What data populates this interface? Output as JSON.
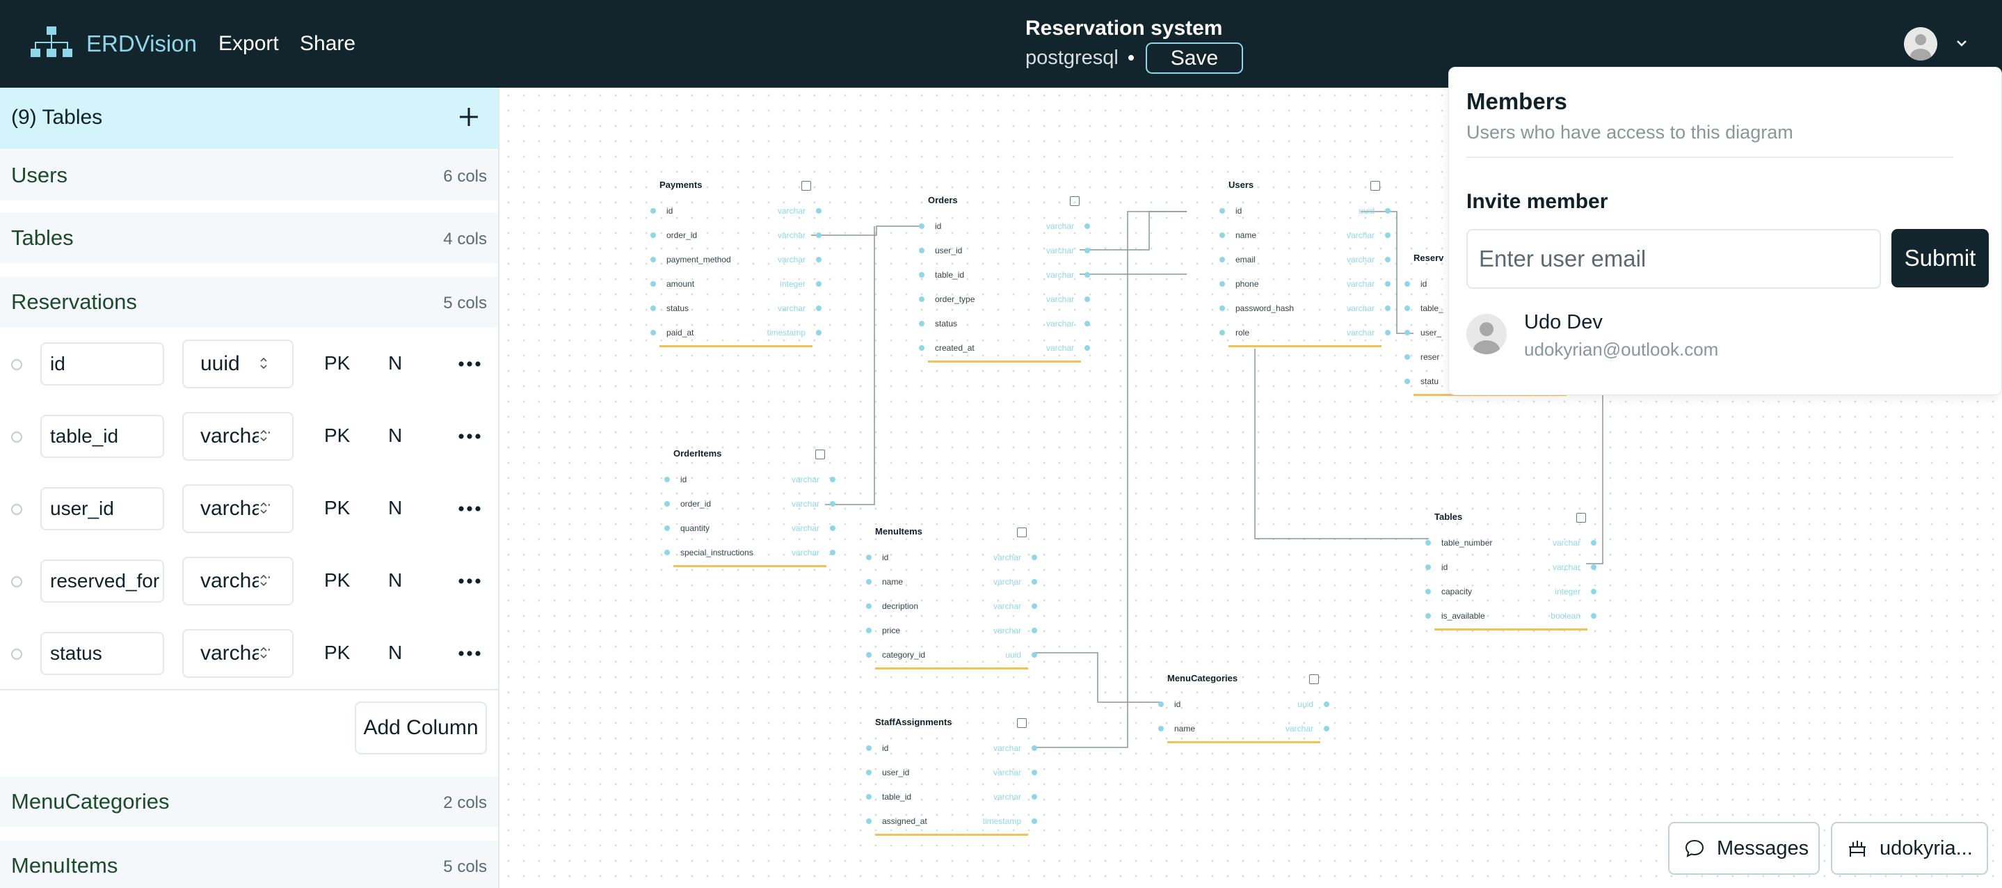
{
  "header": {
    "brand": "ERDVision",
    "nav": [
      "Export",
      "Share"
    ],
    "diagram_title": "Reservation system",
    "dialect": "postgresql",
    "save_label": "Save"
  },
  "sidebar": {
    "title": "(9) Tables",
    "tables": [
      {
        "name": "Users",
        "cols": "6 cols"
      },
      {
        "name": "Tables",
        "cols": "4 cols"
      },
      {
        "name": "Reservations",
        "cols": "5 cols"
      },
      {
        "name": "MenuCategories",
        "cols": "2 cols"
      },
      {
        "name": "MenuItems",
        "cols": "5 cols"
      }
    ],
    "columns": [
      {
        "name": "id",
        "type": "uuid",
        "pk": "PK",
        "nullable": "N"
      },
      {
        "name": "table_id",
        "type": "varchar",
        "pk": "PK",
        "nullable": "N"
      },
      {
        "name": "user_id",
        "type": "varchar",
        "pk": "PK",
        "nullable": "N"
      },
      {
        "name": "reserved_for",
        "type": "varchar",
        "pk": "PK",
        "nullable": "N"
      },
      {
        "name": "status",
        "type": "varchar",
        "pk": "PK",
        "nullable": "N"
      }
    ],
    "add_column_label": "Add Column"
  },
  "diagram": {
    "entities": [
      {
        "name": "Payments",
        "columns": [
          [
            "id",
            "varchar"
          ],
          [
            "order_id",
            "varchar"
          ],
          [
            "payment_method",
            "varchar"
          ],
          [
            "amount",
            "integer"
          ],
          [
            "status",
            "varchar"
          ],
          [
            "paid_at",
            "timestamp"
          ]
        ]
      },
      {
        "name": "Orders",
        "columns": [
          [
            "id",
            "varchar"
          ],
          [
            "user_id",
            "varchar"
          ],
          [
            "table_id",
            "varchar"
          ],
          [
            "order_type",
            "varchar"
          ],
          [
            "status",
            "varchar"
          ],
          [
            "created_at",
            "varchar"
          ]
        ]
      },
      {
        "name": "Users",
        "columns": [
          [
            "id",
            "uuid"
          ],
          [
            "name",
            "varchar"
          ],
          [
            "email",
            "varchar"
          ],
          [
            "phone",
            "varchar"
          ],
          [
            "password_hash",
            "varchar"
          ],
          [
            "role",
            "varchar"
          ]
        ]
      },
      {
        "name": "Reserv",
        "columns": [
          [
            "id",
            ""
          ],
          [
            "table_",
            ""
          ],
          [
            "user_",
            ""
          ],
          [
            "reser",
            ""
          ],
          [
            "statu",
            ""
          ]
        ]
      },
      {
        "name": "OrderItems",
        "columns": [
          [
            "id",
            "varchar"
          ],
          [
            "order_id",
            "varchar"
          ],
          [
            "quantity",
            "varchar"
          ],
          [
            "special_instructions",
            "varchar"
          ]
        ]
      },
      {
        "name": "MenuItems",
        "columns": [
          [
            "id",
            "varchar"
          ],
          [
            "name",
            "varchar"
          ],
          [
            "decription",
            "varchar"
          ],
          [
            "price",
            "varchar"
          ],
          [
            "category_id",
            "uuid"
          ]
        ]
      },
      {
        "name": "Tables",
        "columns": [
          [
            "table_number",
            "varchar"
          ],
          [
            "id",
            "varchar"
          ],
          [
            "capacity",
            "integer"
          ],
          [
            "is_available",
            "boolean"
          ]
        ]
      },
      {
        "name": "MenuCategories",
        "columns": [
          [
            "id",
            "uuid"
          ],
          [
            "name",
            "varchar"
          ]
        ]
      },
      {
        "name": "StaffAssignments",
        "columns": [
          [
            "id",
            "varchar"
          ],
          [
            "user_id",
            "varchar"
          ],
          [
            "table_id",
            "varchar"
          ],
          [
            "assigned_at",
            "timestamp"
          ]
        ]
      }
    ]
  },
  "members_panel": {
    "title": "Members",
    "subtitle": "Users who have access to this diagram",
    "invite_label": "Invite member",
    "email_placeholder": "Enter user email",
    "submit_label": "Submit",
    "members": [
      {
        "name": "Udo Dev",
        "email": "udokyrian@outlook.com"
      }
    ]
  },
  "footer": {
    "messages_label": "Messages",
    "user_label": "udokyria..."
  },
  "colors": {
    "topbar": "#13252c",
    "accent": "#8fd7e8",
    "table_header_bg": "#d4f4fb",
    "relation_underline": "#f0c356"
  }
}
